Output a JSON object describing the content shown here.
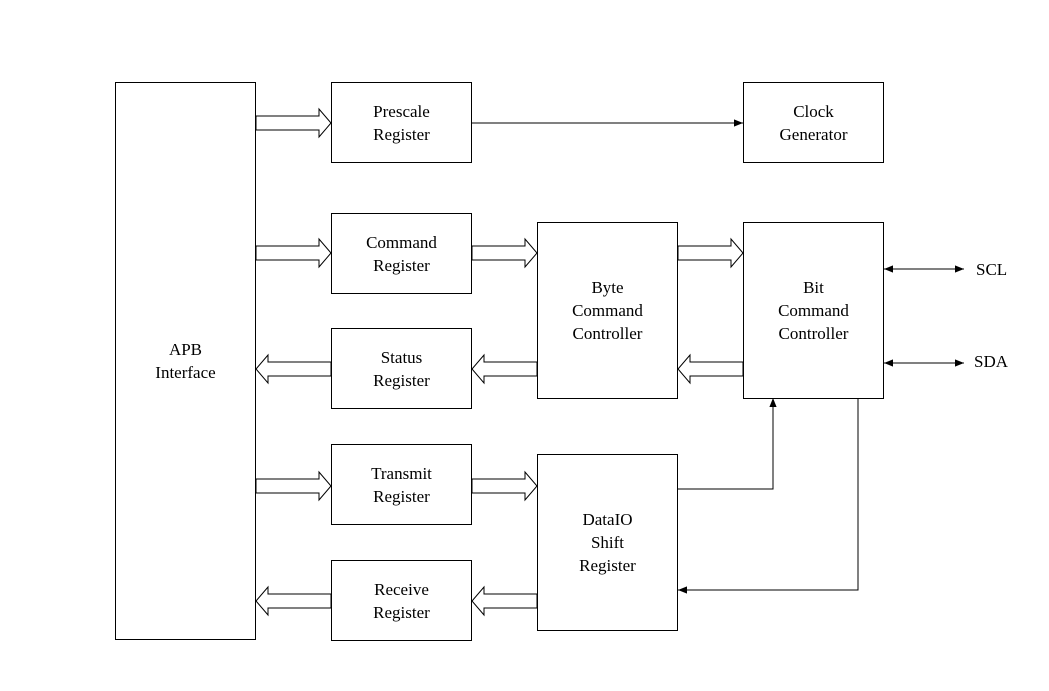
{
  "blocks": {
    "apb": [
      "APB",
      "Interface"
    ],
    "prescale": [
      "Prescale",
      "Register"
    ],
    "clock": [
      "Clock",
      "Generator"
    ],
    "command": [
      "Command",
      "Register"
    ],
    "status": [
      "Status",
      "Register"
    ],
    "transmit": [
      "Transmit",
      "Register"
    ],
    "receive": [
      "Receive",
      "Register"
    ],
    "byte": [
      "Byte",
      "Command",
      "Controller"
    ],
    "bit": [
      "Bit",
      "Command",
      "Controller"
    ],
    "dataio": [
      "DataIO",
      "Shift",
      "Register"
    ]
  },
  "pins": {
    "scl": "SCL",
    "sda": "SDA"
  }
}
